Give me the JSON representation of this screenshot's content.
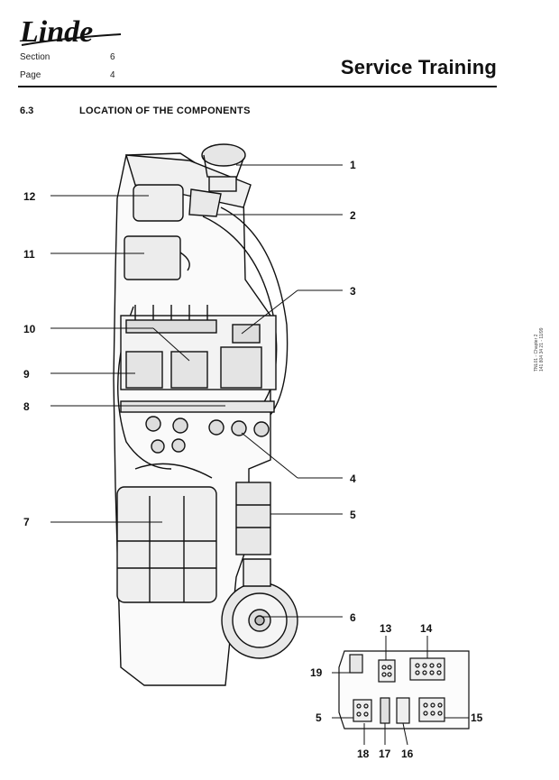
{
  "header": {
    "brand": "Linde",
    "section_label": "Section",
    "section_value": "6",
    "page_label": "Page",
    "page_value": "4",
    "title": "Service Training"
  },
  "section": {
    "number": "6.3",
    "title": "LOCATION OF THE COMPONENTS"
  },
  "side_note": {
    "line1": "TNL01 - Chapter 2",
    "line2": "141 804 34 21 - 11/99"
  },
  "callouts": [
    "1",
    "2",
    "3",
    "4",
    "5",
    "6",
    "7",
    "8",
    "9",
    "10",
    "11",
    "12",
    "13",
    "14",
    "15",
    "16",
    "17",
    "18",
    "19",
    "5"
  ]
}
